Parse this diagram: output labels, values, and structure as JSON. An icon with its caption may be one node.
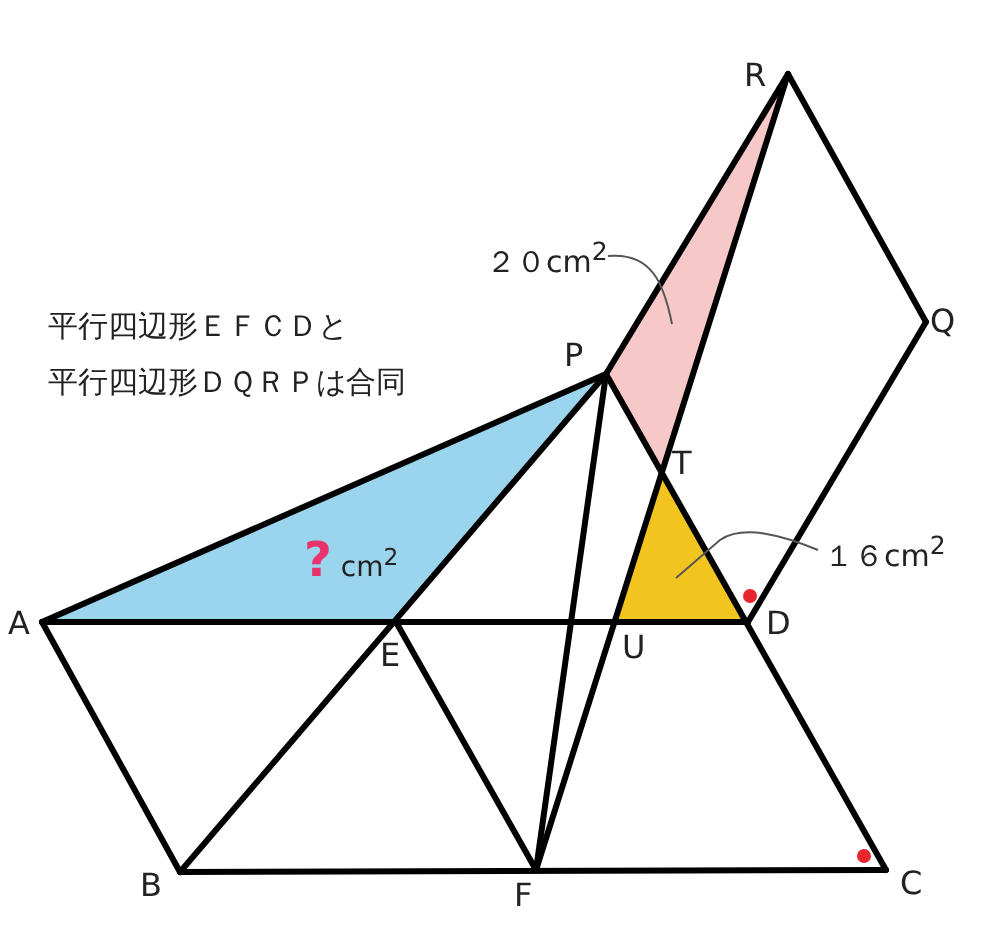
{
  "diagram": {
    "nodes": [
      {
        "text": [
          "２０cm$^{2}$"
        ]
      },
      {
        "text": [],
        "shape": "triangle"
      },
      {
        "text": [
          "**?** cm$^{2}$"
        ]
      },
      {
        "text": [],
        "shape": "triangle"
      },
      {
        "text": [
          "１６cm$^{2}$"
        ]
      }
    ],
    "edges": [
      {
        "from": 0,
        "to": 1,
        "arrow": "none"
      },
      {
        "from": 4,
        "to": 3,
        "arrow": "none"
      }
    ],
    "labels": [
      "R",
      "Q",
      "平行四辺形ＥＦＣＤと",
      "平行四辺形ＤＱＲＰは合同",
      "P",
      "T",
      "A",
      "D",
      "E",
      "U",
      "B",
      "F",
      "C"
    ]
  }
}
